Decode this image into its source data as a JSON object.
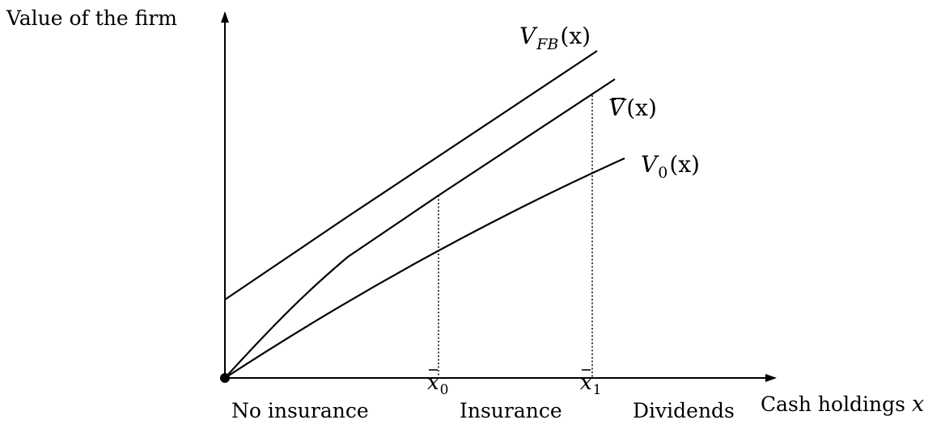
{
  "labels": {
    "y_axis": "Value of the firm",
    "x_axis_text": "Cash holdings",
    "x_axis_var": "x",
    "region_left": "No insurance",
    "region_middle": "Insurance",
    "region_right": "Dividends"
  },
  "thresholds": {
    "x0_base": "x",
    "x0_sub": "0",
    "x1_base": "x",
    "x1_sub": "1"
  },
  "curves": {
    "vfb": {
      "base": "V",
      "sub": "FB",
      "arg": "(x)"
    },
    "vbar": {
      "base": "V",
      "arg": "(x)"
    },
    "v0": {
      "base": "V",
      "sub": "0",
      "arg": "(x)"
    }
  },
  "colors": {
    "line": "#000000"
  }
}
